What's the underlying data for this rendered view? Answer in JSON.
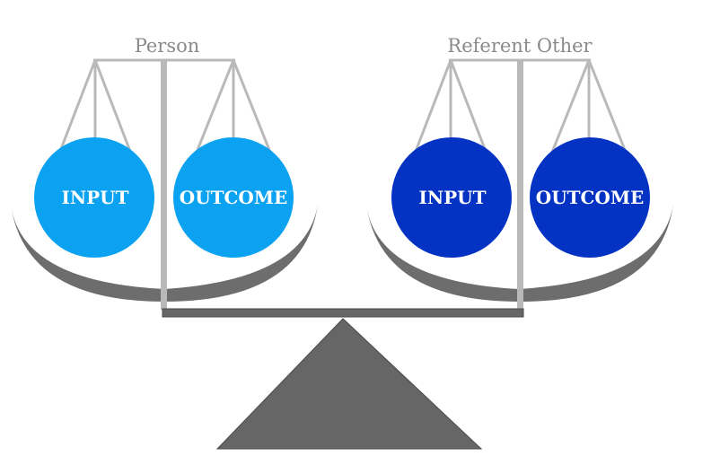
{
  "scales": [
    {
      "label": "Person",
      "ball_color": "#0aa2f1",
      "left_ball_label": "INPUT",
      "right_ball_label": "OUTCOME"
    },
    {
      "label": "Referent Other",
      "ball_color": "#0433c4",
      "left_ball_label": "INPUT",
      "right_ball_label": "OUTCOME"
    }
  ],
  "colors": {
    "string": "#b9b9b9",
    "pan": "#6d6d6d",
    "pan_inner": "#ffffff",
    "beam": "#666666",
    "fulcrum": "#666666"
  }
}
